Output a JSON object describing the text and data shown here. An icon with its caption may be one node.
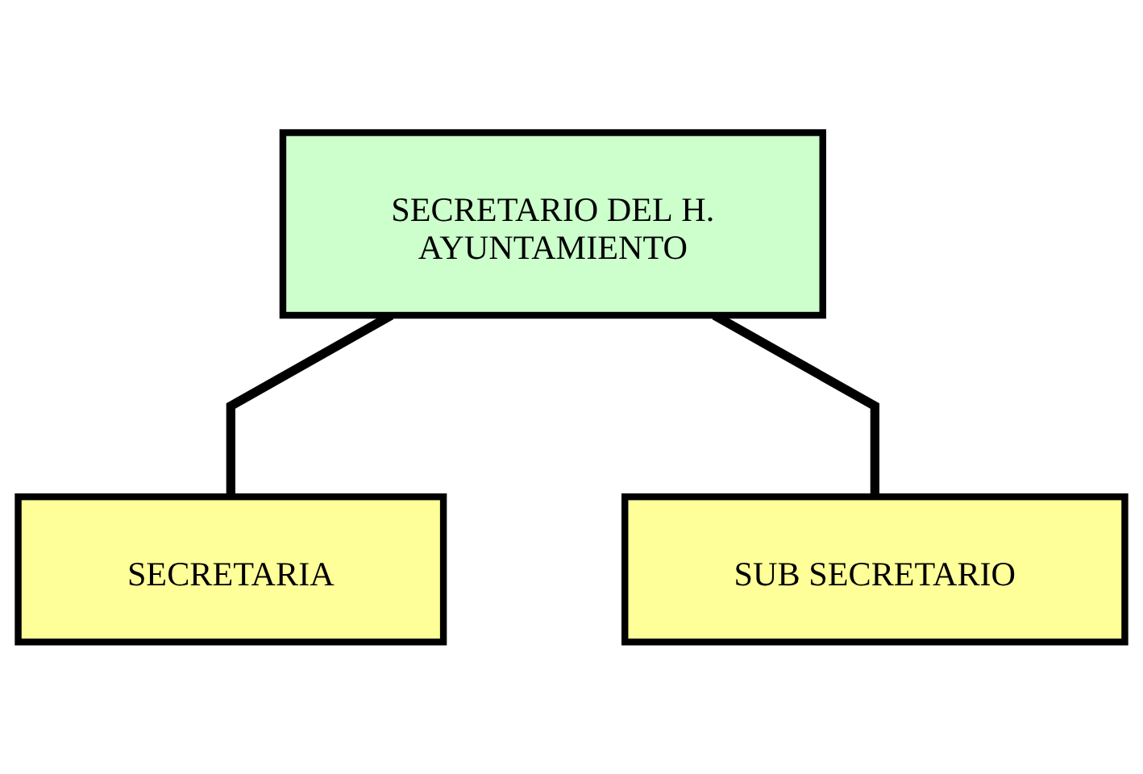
{
  "diagram": {
    "nodes": [
      {
        "text": [
          "SECRETARIO DEL H. AYUNTAMIENTO"
        ]
      },
      {
        "text": [
          "SECRETARIA"
        ]
      },
      {
        "text": [
          "SUB SECRETARIO"
        ]
      }
    ],
    "edges": [
      {
        "from": 0,
        "to": 1,
        "arrow": "none"
      },
      {
        "from": 0,
        "to": 2,
        "arrow": "none"
      }
    ]
  }
}
